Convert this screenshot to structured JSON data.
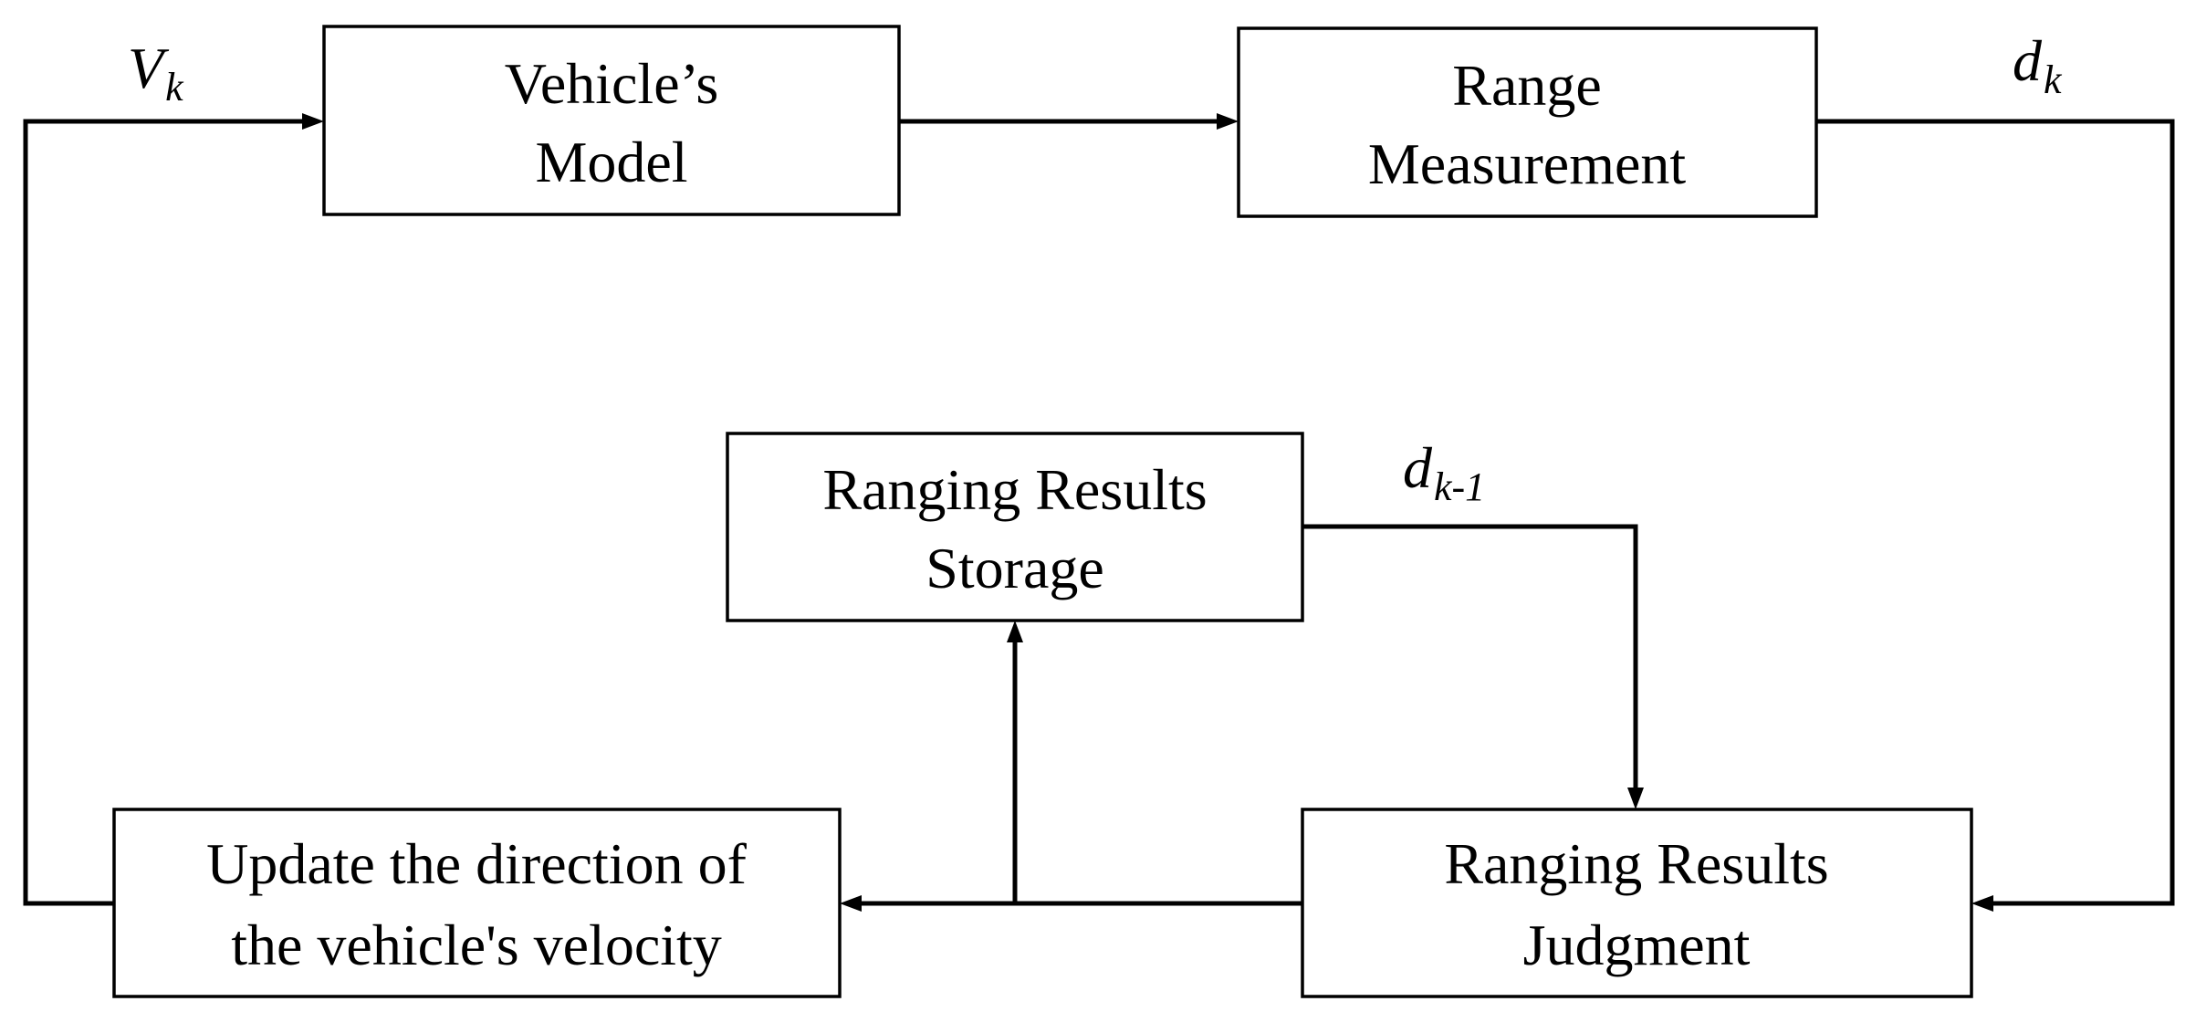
{
  "nodes": {
    "vehicle_model": {
      "line1": "Vehicle’s",
      "line2": "Model"
    },
    "range_measurement": {
      "line1": "Range",
      "line2": "Measurement"
    },
    "ranging_storage": {
      "line1": "Ranging Results",
      "line2": "Storage"
    },
    "update_velocity": {
      "line1": "Update the direction of",
      "line2": "the vehicle's velocity"
    },
    "ranging_judgment": {
      "line1": "Ranging Results",
      "line2": "Judgment"
    }
  },
  "labels": {
    "v_k": {
      "main": "V",
      "sub": "k"
    },
    "d_k": {
      "main": "d",
      "sub": "k"
    },
    "d_k_minus_1": {
      "main": "d",
      "sub": "k-1"
    }
  },
  "edges": [
    {
      "from": "vehicle_model",
      "to": "range_measurement"
    },
    {
      "from": "range_measurement",
      "to": "ranging_judgment",
      "label": "d_k"
    },
    {
      "from": "ranging_storage",
      "to": "ranging_judgment",
      "label": "d_k_minus_1"
    },
    {
      "from": "ranging_judgment",
      "to": "update_velocity"
    },
    {
      "from": "ranging_judgment",
      "to": "ranging_storage"
    },
    {
      "from": "update_velocity",
      "to": "vehicle_model",
      "label": "v_k"
    }
  ],
  "colors": {
    "stroke": "#000000",
    "background": "#ffffff"
  }
}
